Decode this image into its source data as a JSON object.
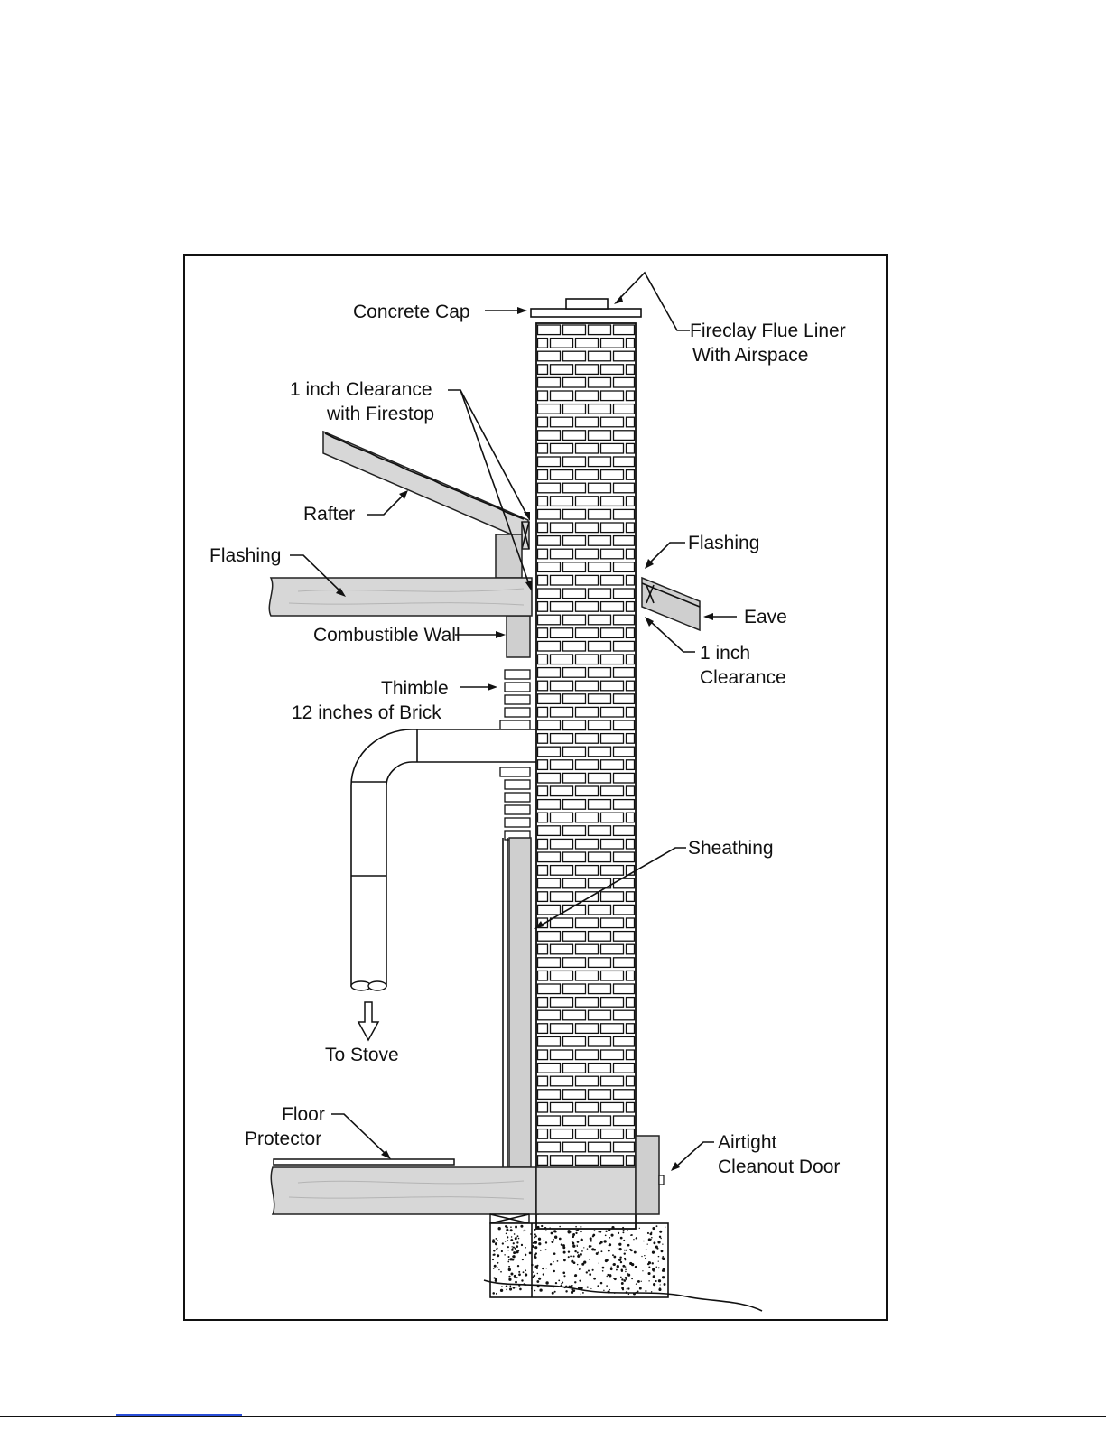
{
  "labels": {
    "concrete_cap": "Concrete Cap",
    "flue_liner_line1": "Fireclay Flue Liner",
    "flue_liner_line2": "With Airspace",
    "clearance_firestop_line1": "1 inch Clearance",
    "clearance_firestop_line2": "with Firestop",
    "rafter": "Rafter",
    "flashing_left": "Flashing",
    "flashing_right": "Flashing",
    "eave": "Eave",
    "clearance_line1": "1 inch",
    "clearance_line2": "Clearance",
    "combustible_wall": "Combustible Wall",
    "thimble": "Thimble",
    "thimble_brick": "12 inches of Brick",
    "sheathing": "Sheathing",
    "to_stove": "To Stove",
    "floor_protector_line1": "Floor",
    "floor_protector_line2": "Protector",
    "cleanout_line1": "Airtight",
    "cleanout_line2": "Cleanout Door"
  },
  "colors": {
    "line": "#111111",
    "wood_fill": "#d7d7d7",
    "gray_fill": "#cfcfcf",
    "link_rule": "#2b4fd8"
  }
}
